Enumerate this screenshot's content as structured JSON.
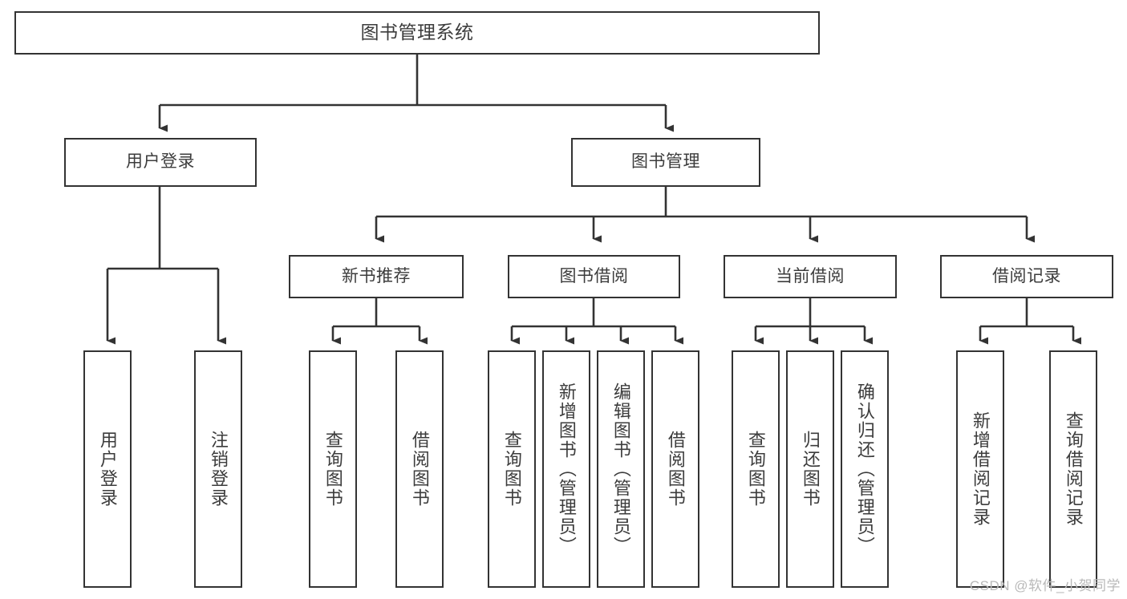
{
  "diagram": {
    "title": "图书管理系统",
    "type": "hierarchy-tree",
    "watermark": "CSDN @软件_小贺同学",
    "colors": {
      "background": "#ffffff",
      "node_fill": "#ffffff",
      "node_stroke": "#333333",
      "edge_stroke": "#333333",
      "text": "#3c3c3c",
      "watermark": "#b9b9b9"
    },
    "levels": {
      "root": {
        "label": "图书管理系统"
      },
      "level2": [
        {
          "label": "用户登录"
        },
        {
          "label": "图书管理"
        }
      ],
      "level3": [
        {
          "label": "新书推荐"
        },
        {
          "label": "图书借阅"
        },
        {
          "label": "当前借阅"
        },
        {
          "label": "借阅记录"
        }
      ],
      "leaves": {
        "user_login": [
          {
            "label": "用户登录"
          },
          {
            "label": "注销登录"
          }
        ],
        "new_book_recommend": [
          {
            "label": "查询图书"
          },
          {
            "label": "借阅图书"
          }
        ],
        "book_borrow": [
          {
            "label": "查询图书"
          },
          {
            "label": "新增图书（管理员）"
          },
          {
            "label": "编辑图书（管理员）"
          },
          {
            "label": "借阅图书"
          }
        ],
        "current_borrow": [
          {
            "label": "查询图书"
          },
          {
            "label": "归还图书"
          },
          {
            "label": "确认归还（管理员）"
          }
        ],
        "borrow_record": [
          {
            "label": "新增借阅记录"
          },
          {
            "label": "查询借阅记录"
          }
        ]
      }
    }
  }
}
